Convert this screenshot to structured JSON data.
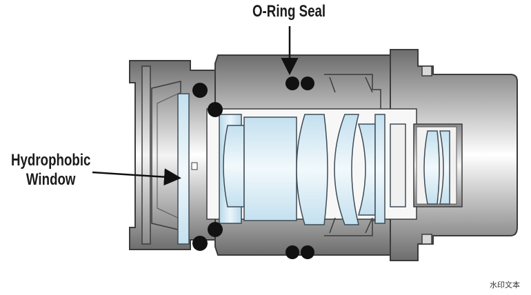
{
  "labels": {
    "oring": "O-Ring Seal",
    "hydro_line1": "Hydrophobic",
    "hydro_line2": "Window"
  },
  "watermark": "水印文本",
  "colors": {
    "housing_dark": "#7e7e7e",
    "housing_light": "#ffffff",
    "lens_glass": "#cfe6f3",
    "lens_edge": "#3e4a55",
    "oring": "#111111",
    "arrow": "#111111"
  }
}
